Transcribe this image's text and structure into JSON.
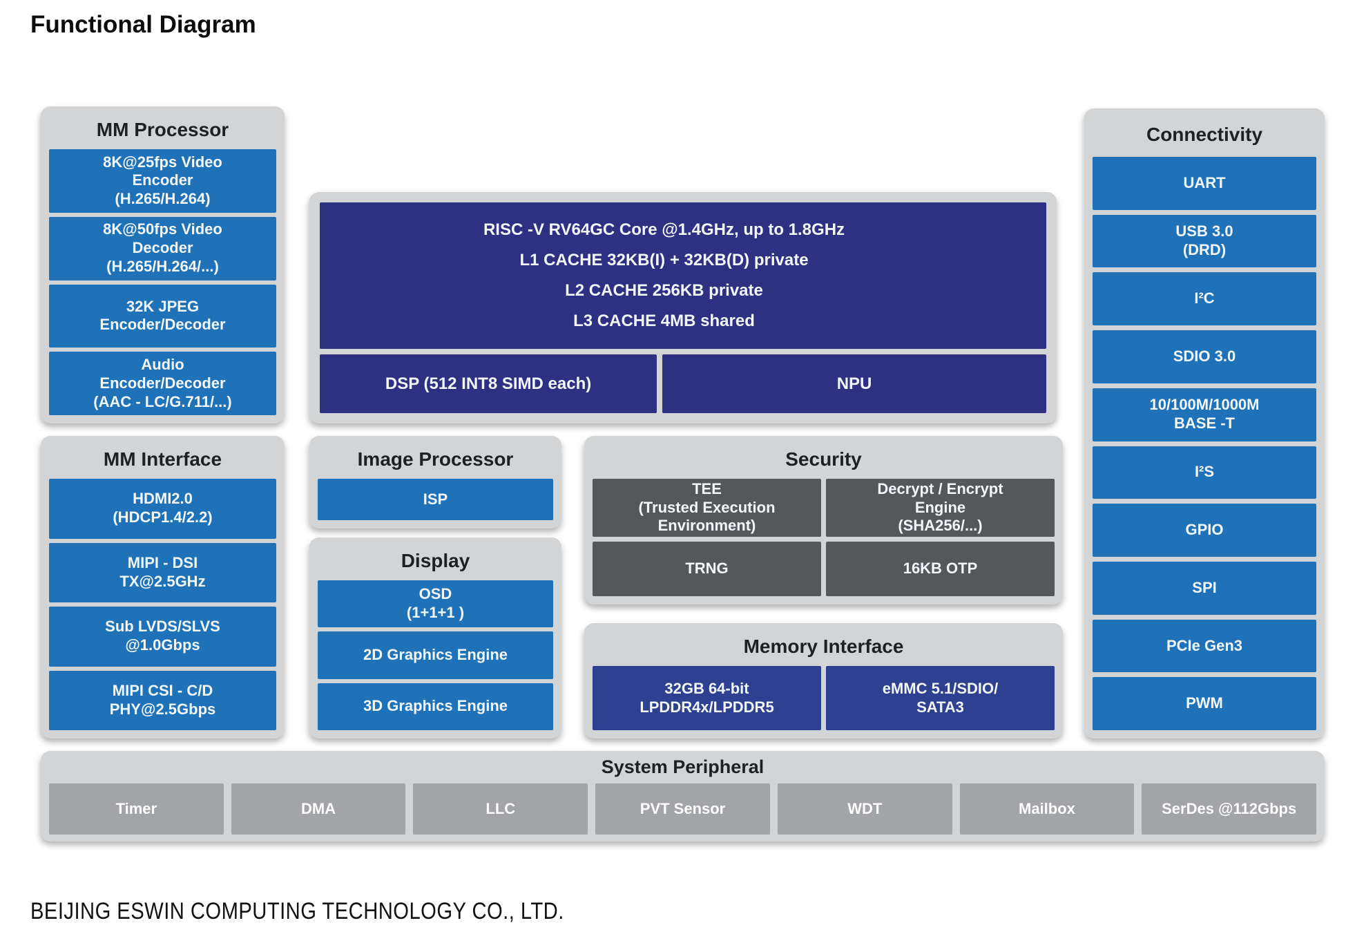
{
  "page": {
    "title": "Functional Diagram",
    "footer": "BEIJING ESWIN COMPUTING TECHNOLOGY CO., LTD."
  },
  "colors": {
    "block_blue": "#1F72B8",
    "core_navy": "#2E3182",
    "memory_navy": "#2E4191",
    "panel_gray": "#D2D4D5",
    "security_gray": "#56575B",
    "peripheral_gray": "#A2A4A7",
    "block_text": "#F2F7FB",
    "header_text": "#1E2023"
  },
  "groups": {
    "mm_processor": {
      "title": "MM Processor",
      "blocks": [
        "8K@25fps Video\nEncoder\n(H.265/H.264)",
        "8K@50fps Video\nDecoder\n(H.265/H.264/...)",
        "32K JPEG\nEncoder/Decoder",
        "Audio\nEncoder/Decoder\n(AAC - LC/G.711/...)"
      ]
    },
    "mm_interface": {
      "title": "MM Interface",
      "blocks": [
        "HDMI2.0\n(HDCP1.4/2.2)",
        "MIPI - DSI\nTX@2.5GHz",
        "Sub LVDS/SLVS\n@1.0Gbps",
        "MIPI CSI - C/D\nPHY@2.5Gbps"
      ]
    },
    "cpu": {
      "lines": [
        "RISC -V RV64GC Core @1.4GHz, up to 1.8GHz",
        "L1 CACHE 32KB(I) + 32KB(D) private",
        "L2 CACHE  256KB private",
        "L3 CACHE  4MB shared"
      ],
      "dsp": "DSP (512 INT8 SIMD each)",
      "npu": "NPU"
    },
    "image_processor": {
      "title": "Image Processor",
      "blocks": [
        "ISP"
      ]
    },
    "display": {
      "title": "Display",
      "blocks": [
        "OSD\n(1+1+1 )",
        "2D Graphics Engine",
        "3D Graphics Engine"
      ]
    },
    "security": {
      "title": "Security",
      "blocks": [
        "TEE\n(Trusted Execution\nEnvironment)",
        "Decrypt / Encrypt\nEngine\n(SHA256/...)",
        "TRNG",
        "16KB  OTP"
      ]
    },
    "memory_interface": {
      "title": "Memory Interface",
      "blocks": [
        "32GB 64-bit\nLPDDR4x/LPDDR5",
        "eMMC 5.1/SDIO/\nSATA3"
      ]
    },
    "connectivity": {
      "title": "Connectivity",
      "blocks": [
        "UART",
        "USB 3.0\n(DRD)",
        "I²C",
        "SDIO 3.0",
        "10/100M/1000M\nBASE -T",
        "I²S",
        "GPIO",
        "SPI",
        "PCIe Gen3",
        "PWM"
      ]
    },
    "system_peripheral": {
      "title": "System Peripheral",
      "blocks": [
        "Timer",
        "DMA",
        "LLC",
        "PVT Sensor",
        "WDT",
        "Mailbox",
        "SerDes @112Gbps"
      ]
    }
  }
}
